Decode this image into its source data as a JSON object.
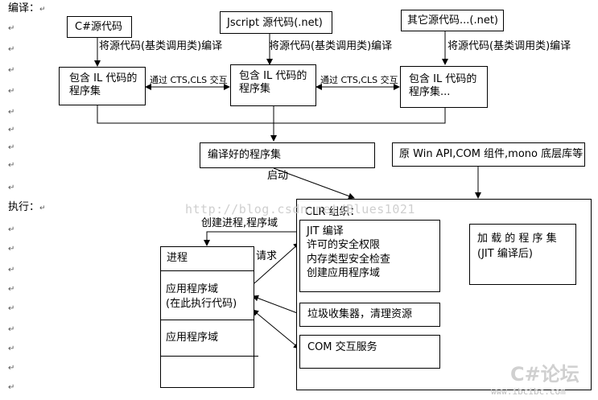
{
  "sections": {
    "compile": "编译：",
    "execute": "执行："
  },
  "sources": [
    {
      "label": "C#源代码"
    },
    {
      "label": "Jscript 源代码(.net)"
    },
    {
      "label": "其它源代码...(.net)"
    }
  ],
  "compile_arrow_label": "将源代码(基类调用类)编译",
  "assemblies": [
    {
      "label": "包含 IL 代码的\n程序集"
    },
    {
      "label": "包含 IL 代码的\n程序集"
    },
    {
      "label": "包含 IL 代码的\n程序集..."
    }
  ],
  "interop_label": "通过 CTS,CLS 交互",
  "compiled_assembly": "编译好的程序集",
  "native_libs": "原 Win API,COM 组件,mono 底层库等",
  "start_label": "启动",
  "clr": {
    "title": "CLR 组织：",
    "services": "JIT 编译\n许可的安全权限\n内存类型安全检查\n创建应用程序域",
    "loader": "加 载 的 程 序 集\n(JIT 编译后)",
    "gc": "垃圾收集器，清理资源",
    "com": "COM 交互服务"
  },
  "create_process_label": "创建进程,程序域",
  "request_label": "请求",
  "process": {
    "title": "进程",
    "domain1": "应用程序域\n(在此执行代码)",
    "domain2": "应用程序域"
  },
  "watermark": {
    "url": "http://blog.csdn.net/Blues1021",
    "brand": "C#论坛",
    "brand_url": "www.ibcibc.com"
  },
  "para_mark": "↵"
}
